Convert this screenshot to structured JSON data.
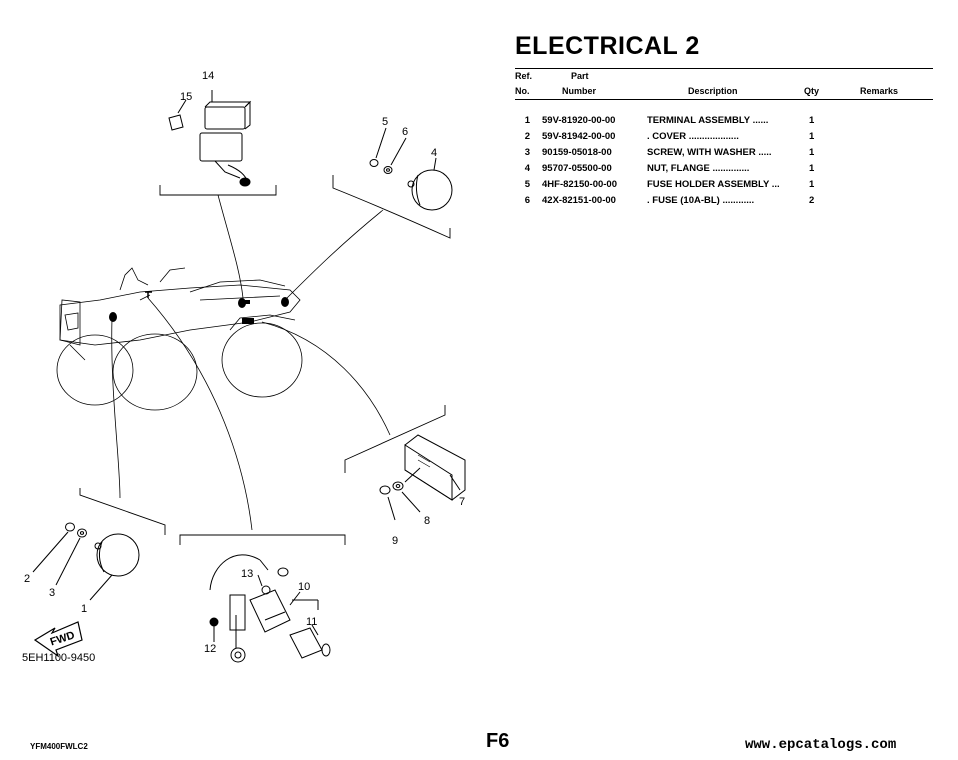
{
  "page": {
    "title": "ELECTRICAL 2",
    "page_id": "F6",
    "model_code": "YFM400FWLC2",
    "website": "www.epcatalogs.com",
    "diagram_code": "5EH1100-9450"
  },
  "table": {
    "headers": {
      "ref_top": "Ref.",
      "ref_bottom": "No.",
      "part_top": "Part",
      "part_bottom": "Number",
      "description": "Description",
      "qty": "Qty",
      "remarks": "Remarks"
    },
    "rows": [
      {
        "ref": "1",
        "part": "59V-81920-00-00",
        "description": "TERMINAL ASSEMBLY",
        "dots": "......",
        "qty": "1",
        "remarks": ""
      },
      {
        "ref": "2",
        "part": "59V-81942-00-00",
        "description": ". COVER",
        "dots": "...................",
        "qty": "1",
        "remarks": ""
      },
      {
        "ref": "3",
        "part": "90159-05018-00",
        "description": "SCREW, WITH WASHER",
        "dots": ".....",
        "qty": "1",
        "remarks": ""
      },
      {
        "ref": "4",
        "part": "95707-05500-00",
        "description": "NUT, FLANGE",
        "dots": "..............",
        "qty": "1",
        "remarks": ""
      },
      {
        "ref": "5",
        "part": "4HF-82150-00-00",
        "description": "FUSE HOLDER ASSEMBLY",
        "dots": "...",
        "qty": "1",
        "remarks": ""
      },
      {
        "ref": "6",
        "part": "42X-82151-00-00",
        "description": ". FUSE (10A-BL)",
        "dots": "............",
        "qty": "2",
        "remarks": ""
      }
    ]
  },
  "diagram": {
    "callouts": {
      "c1": "1",
      "c2": "2",
      "c3": "3",
      "c4": "4",
      "c5": "5",
      "c6": "6",
      "c7": "7",
      "c8": "8",
      "c9": "9",
      "c10": "10",
      "c11": "11",
      "c12": "12",
      "c13": "13",
      "c14": "14",
      "c15": "15"
    },
    "fwd_label": "FWD"
  }
}
